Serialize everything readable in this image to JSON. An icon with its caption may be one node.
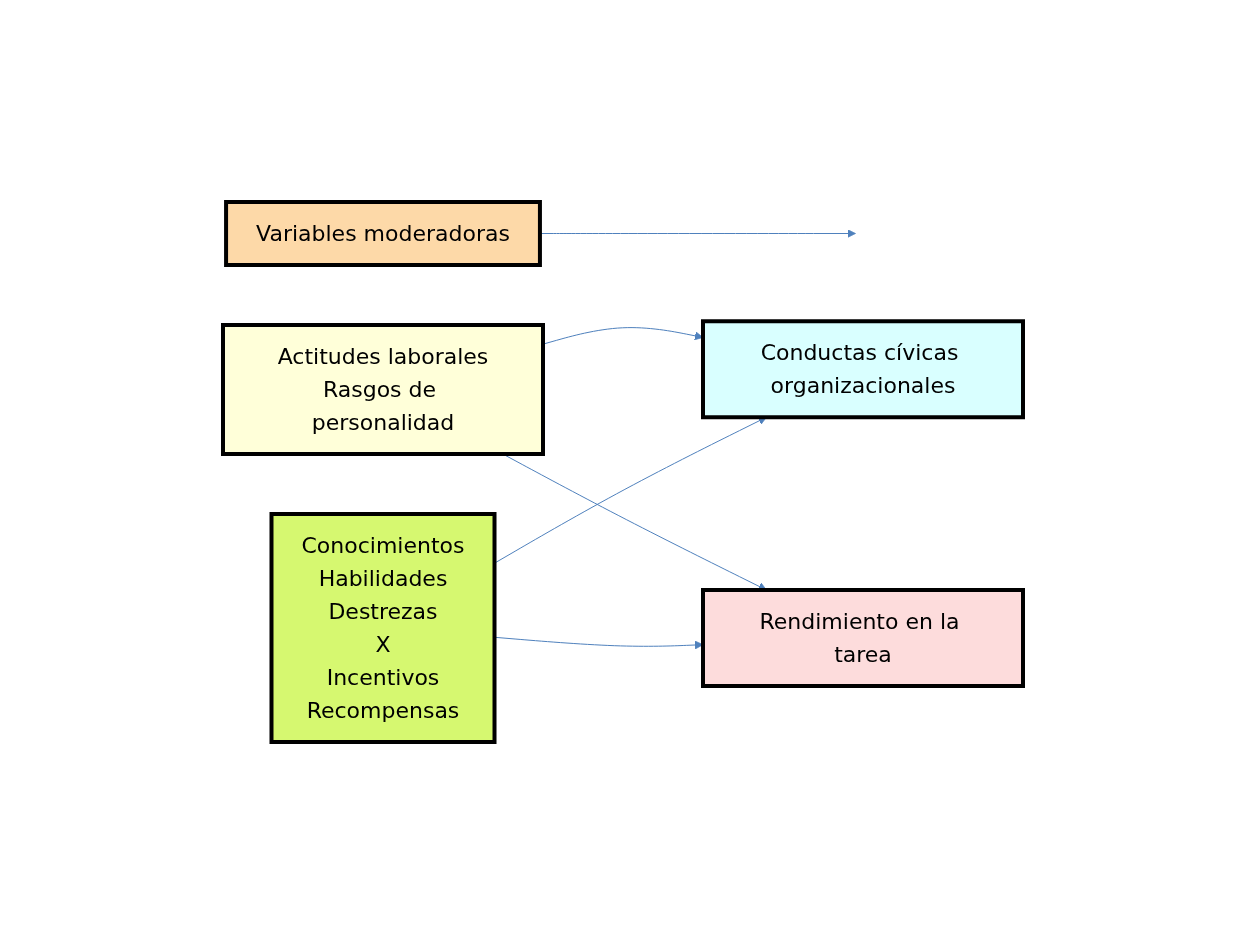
{
  "diagram": {
    "nodes": [
      {
        "text": [
          "Variables moderadoras"
        ]
      },
      {
        "text": [
          "Actitudes laborales",
          "Rasgos de personalidad"
        ]
      },
      {
        "text": [
          "Conductas cívicas organizacionales"
        ]
      },
      {
        "text": [
          "Conocimientos",
          "Habilidades",
          "Destrezas",
          "X",
          "Incentivos",
          "Recompensas"
        ]
      },
      {
        "text": [
          "Rendimiento en la tarea"
        ]
      }
    ],
    "edges": [
      {
        "from": 0,
        "to": null,
        "arrow": "to"
      },
      {
        "from": 1,
        "to": 2,
        "arrow": "to"
      },
      {
        "from": 1,
        "to": 4,
        "arrow": "to"
      },
      {
        "from": 3,
        "to": 2,
        "arrow": "to"
      },
      {
        "from": 3,
        "to": 4,
        "arrow": "to"
      }
    ]
  }
}
